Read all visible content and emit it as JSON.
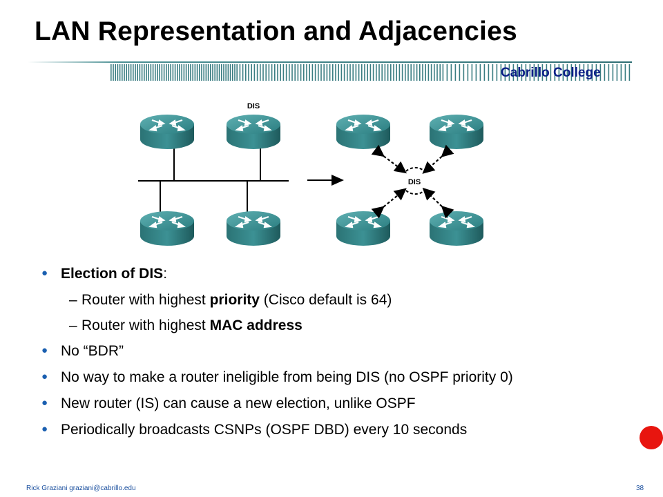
{
  "slide": {
    "title": "LAN Representation and Adjacencies",
    "brand": "Cabrillo College",
    "diagram": {
      "left_label": "DIS",
      "center_label": "DIS"
    },
    "bullets": [
      {
        "parts": [
          {
            "text": "Election of DIS",
            "bold": true
          },
          {
            "text": ":",
            "bold": false
          }
        ]
      },
      {
        "parts": [
          {
            "text": "Router with highest ",
            "bold": false
          },
          {
            "text": "priority",
            "bold": true
          },
          {
            "text": " (Cisco default is 64)",
            "bold": false
          }
        ],
        "level": 2
      },
      {
        "parts": [
          {
            "text": "Router with highest ",
            "bold": false
          },
          {
            "text": "MAC address",
            "bold": true
          }
        ],
        "level": 2
      },
      {
        "parts": [
          {
            "text": "No “BDR”",
            "bold": false
          }
        ]
      },
      {
        "parts": [
          {
            "text": "No way to make a router ineligible from being DIS (no OSPF priority 0)",
            "bold": false
          }
        ]
      },
      {
        "parts": [
          {
            "text": "New router (IS) can cause a new election, unlike OSPF",
            "bold": false
          }
        ]
      },
      {
        "parts": [
          {
            "text": "Periodically broadcasts CSNPs (OSPF DBD) every 10 seconds",
            "bold": false
          }
        ]
      }
    ],
    "footer": {
      "author": "Rick Graziani  graziani@cabrillo.edu",
      "page": "38"
    },
    "colors": {
      "brand": "#0b1f86",
      "bullet": "#1a5fb0",
      "router": "#2f8a8c",
      "record_dot": "#e8150f"
    }
  }
}
